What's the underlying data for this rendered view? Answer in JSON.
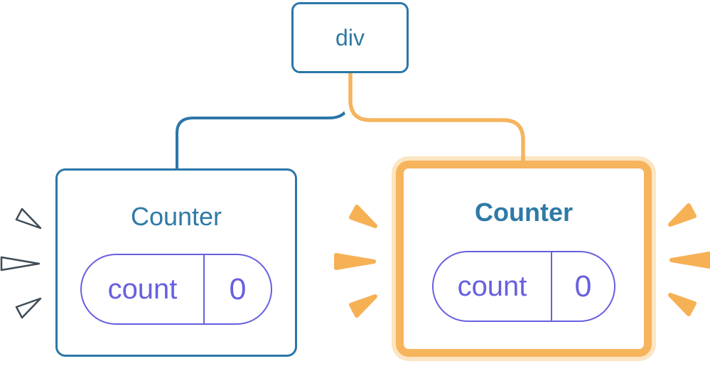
{
  "tree": {
    "root": {
      "label": "div"
    },
    "left_counter": {
      "title": "Counter",
      "state_key": "count",
      "state_value": "0",
      "highlighted": false
    },
    "right_counter": {
      "title": "Counter",
      "state_key": "count",
      "state_value": "0",
      "highlighted": true
    }
  },
  "colors": {
    "blue": "#2b76a9",
    "blue-text": "#2e7aa6",
    "purple": "#675fe0",
    "orange": "#f6b45c",
    "orange-ring": "#fce5c2",
    "orange-line": "#f5b45e",
    "spark-orange": "#f6b155",
    "spark-outline": "#3f4b55"
  }
}
